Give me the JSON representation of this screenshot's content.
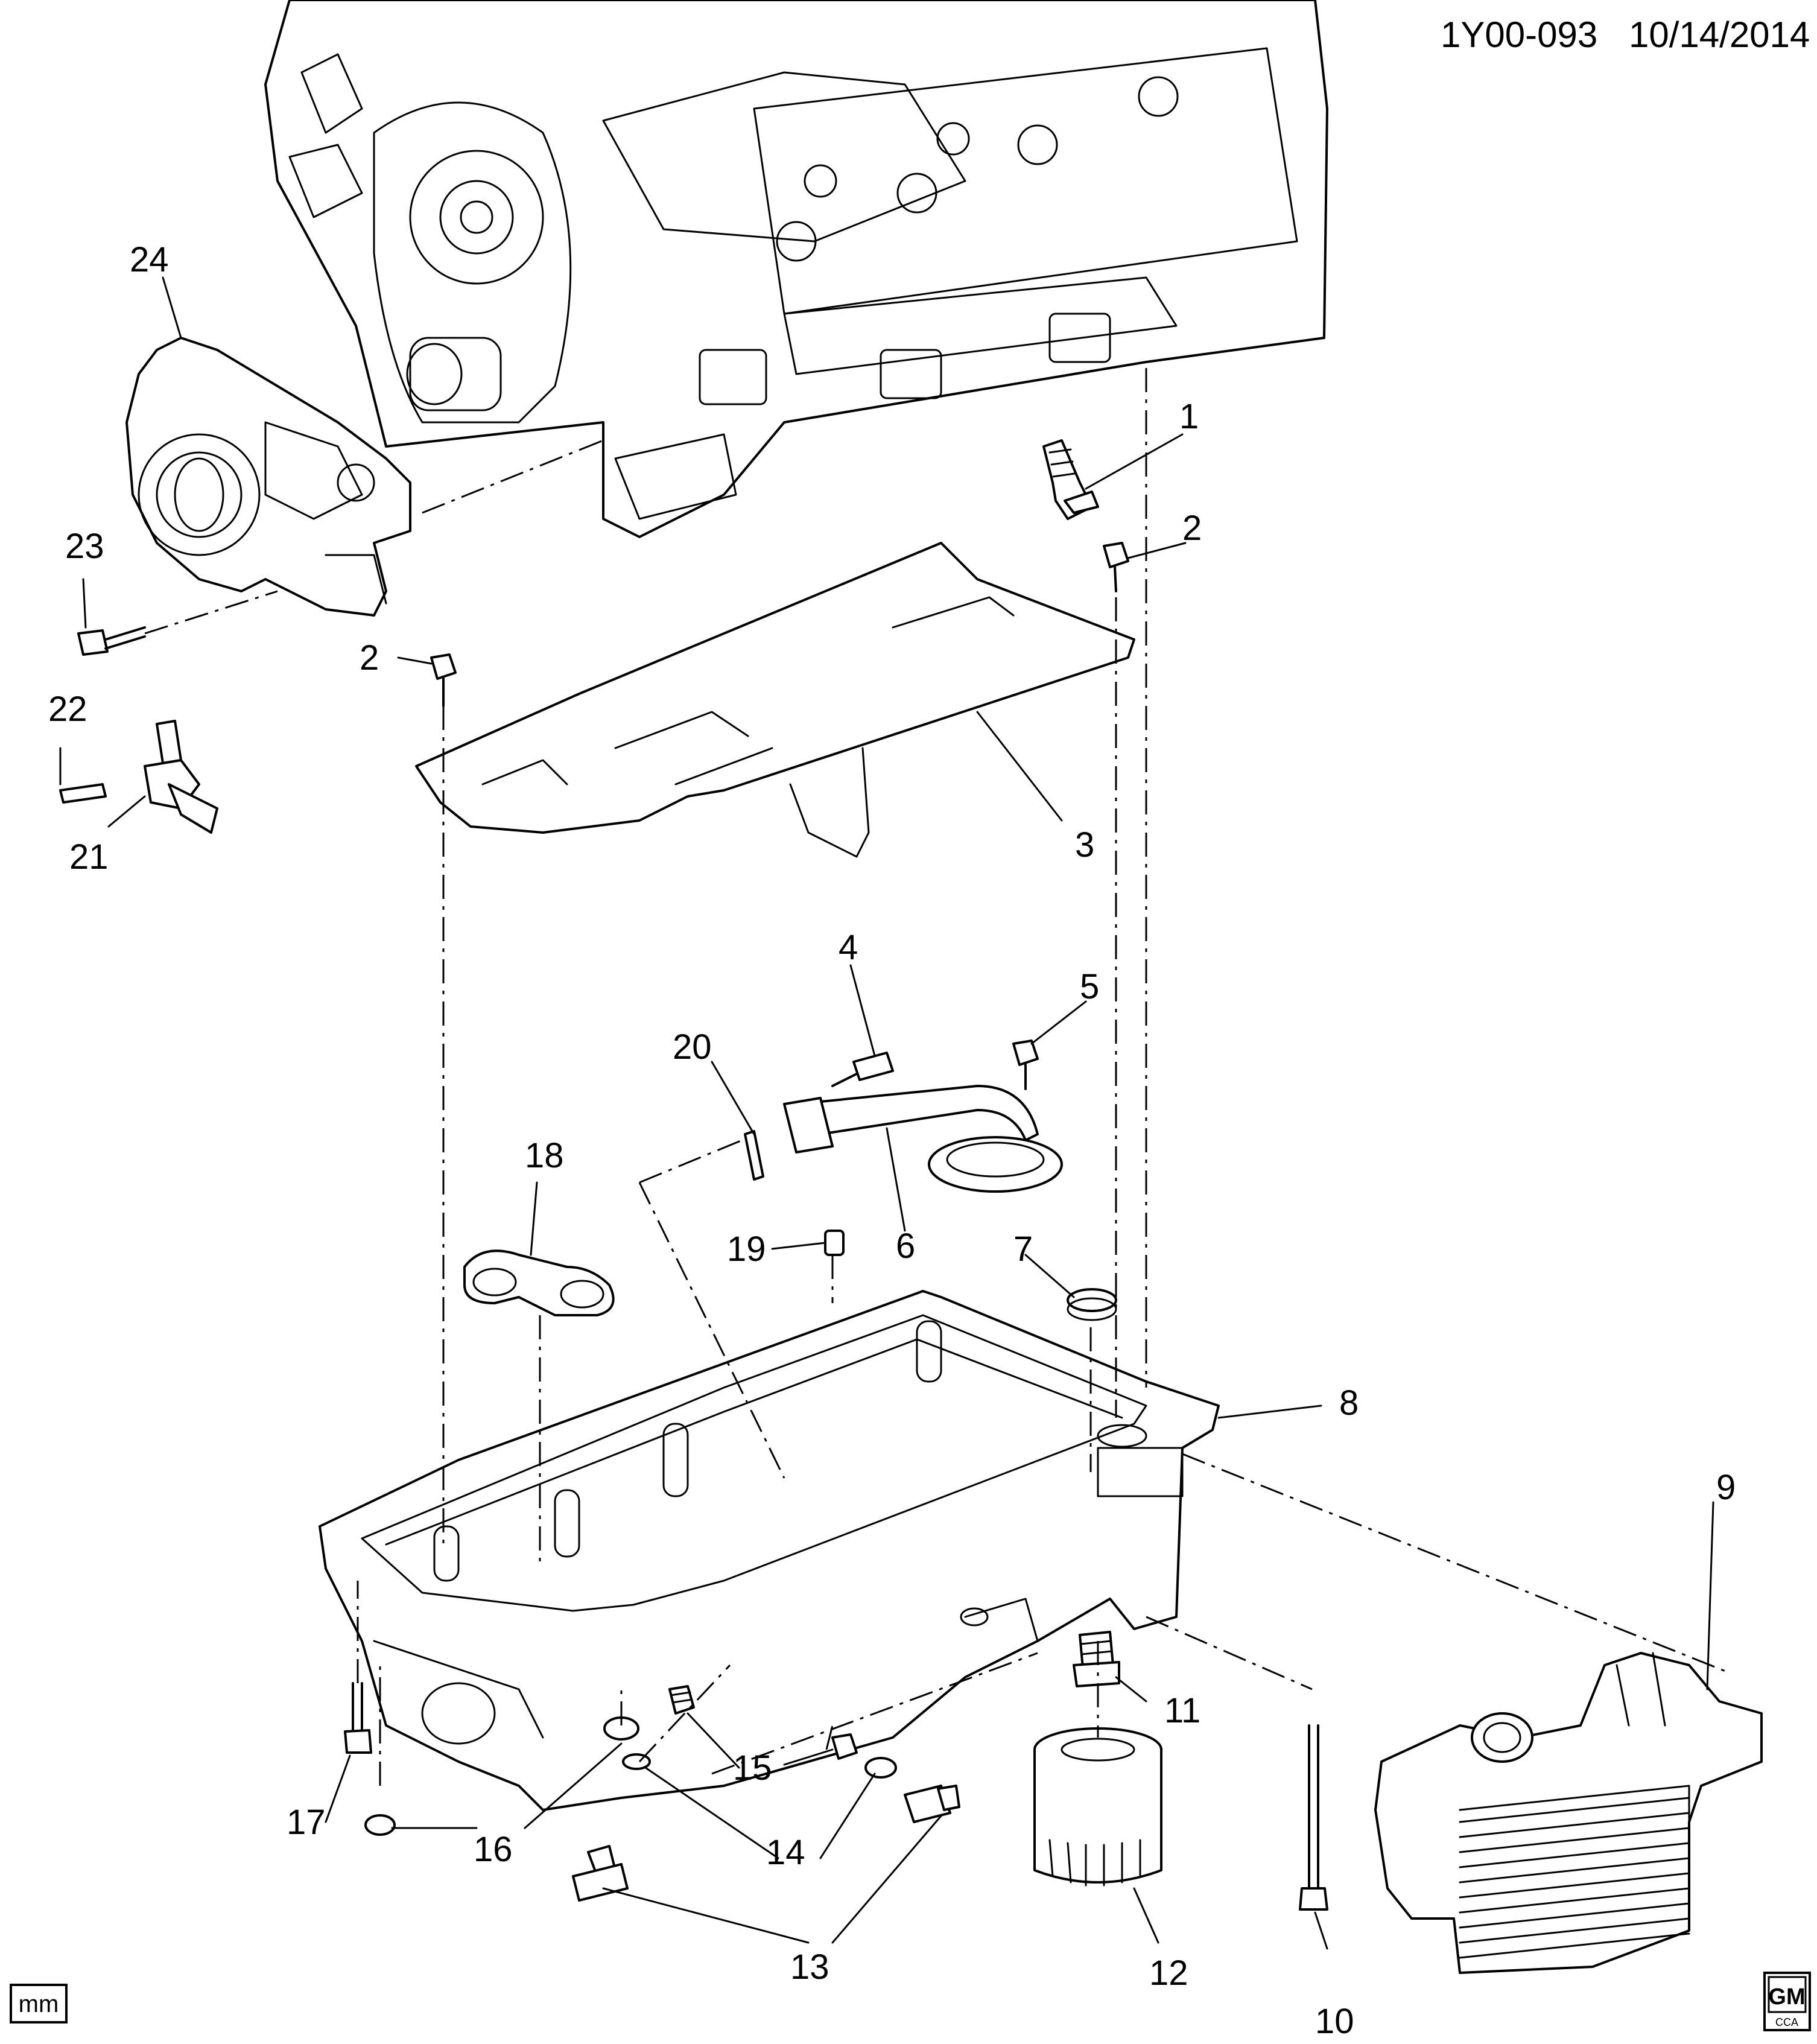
{
  "header": {
    "ref_code": "1Y00-093",
    "date": "10/14/2014"
  },
  "unit_badge": "mm",
  "logo": {
    "text": "GM",
    "subtext": "CCA"
  },
  "callouts": {
    "c1": "1",
    "c2a": "2",
    "c2b": "2",
    "c3": "3",
    "c4": "4",
    "c5": "5",
    "c6": "6",
    "c7": "7",
    "c8": "8",
    "c9": "9",
    "c10": "10",
    "c11": "11",
    "c12": "12",
    "c13": "13",
    "c14": "14",
    "c15": "15",
    "c16": "16",
    "c17": "17",
    "c18": "18",
    "c19": "19",
    "c20": "20",
    "c21": "21",
    "c22": "22",
    "c23": "23",
    "c24": "24"
  }
}
